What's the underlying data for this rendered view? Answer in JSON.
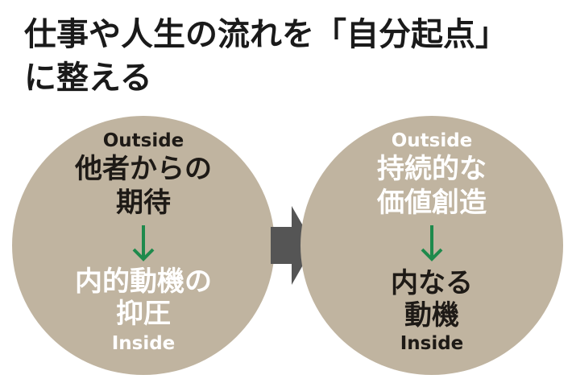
{
  "title": {
    "line1": "仕事や人生の流れを「自分起点」",
    "line2": "に整える"
  },
  "left_circle": {
    "top_label": "Outside",
    "top_text": [
      "他者からの",
      "期待"
    ],
    "bottom_text": [
      "内的動機の",
      "抑圧"
    ],
    "bottom_label": "Inside"
  },
  "right_circle": {
    "top_label": "Outside",
    "top_text": [
      "持続的な",
      "価値創造"
    ],
    "bottom_text": [
      "内なる",
      "動機"
    ],
    "bottom_label": "Inside"
  },
  "colors": {
    "circle": "#c0b4a0",
    "arrow_green": "#1e8a4c",
    "big_arrow": "#555555"
  }
}
